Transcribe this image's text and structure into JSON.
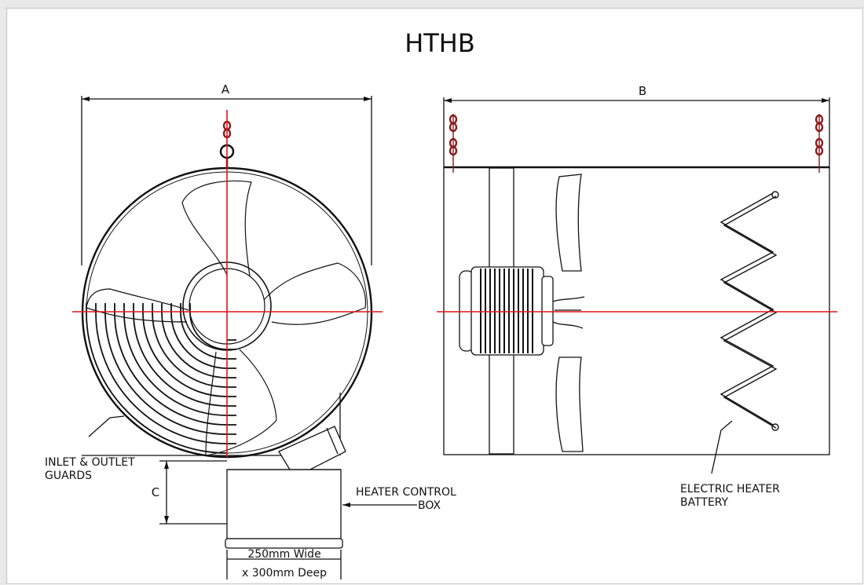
{
  "title": "HTHB",
  "dimensions": {
    "a": "A",
    "b": "B",
    "c": "C"
  },
  "labels": {
    "guards_line1": "INLET & OUTLET",
    "guards_line2": "GUARDS",
    "control_line1": "HEATER CONTROL",
    "control_line2": "BOX",
    "battery_line1": "ELECTRIC HEATER",
    "battery_line2": "BATTERY",
    "spigot_line1": "250mm Wide",
    "spigot_line2": "x 300mm Deep"
  },
  "colors": {
    "line": "#111111",
    "centerline": "#e0141e",
    "chain": "#8b1a1a"
  }
}
